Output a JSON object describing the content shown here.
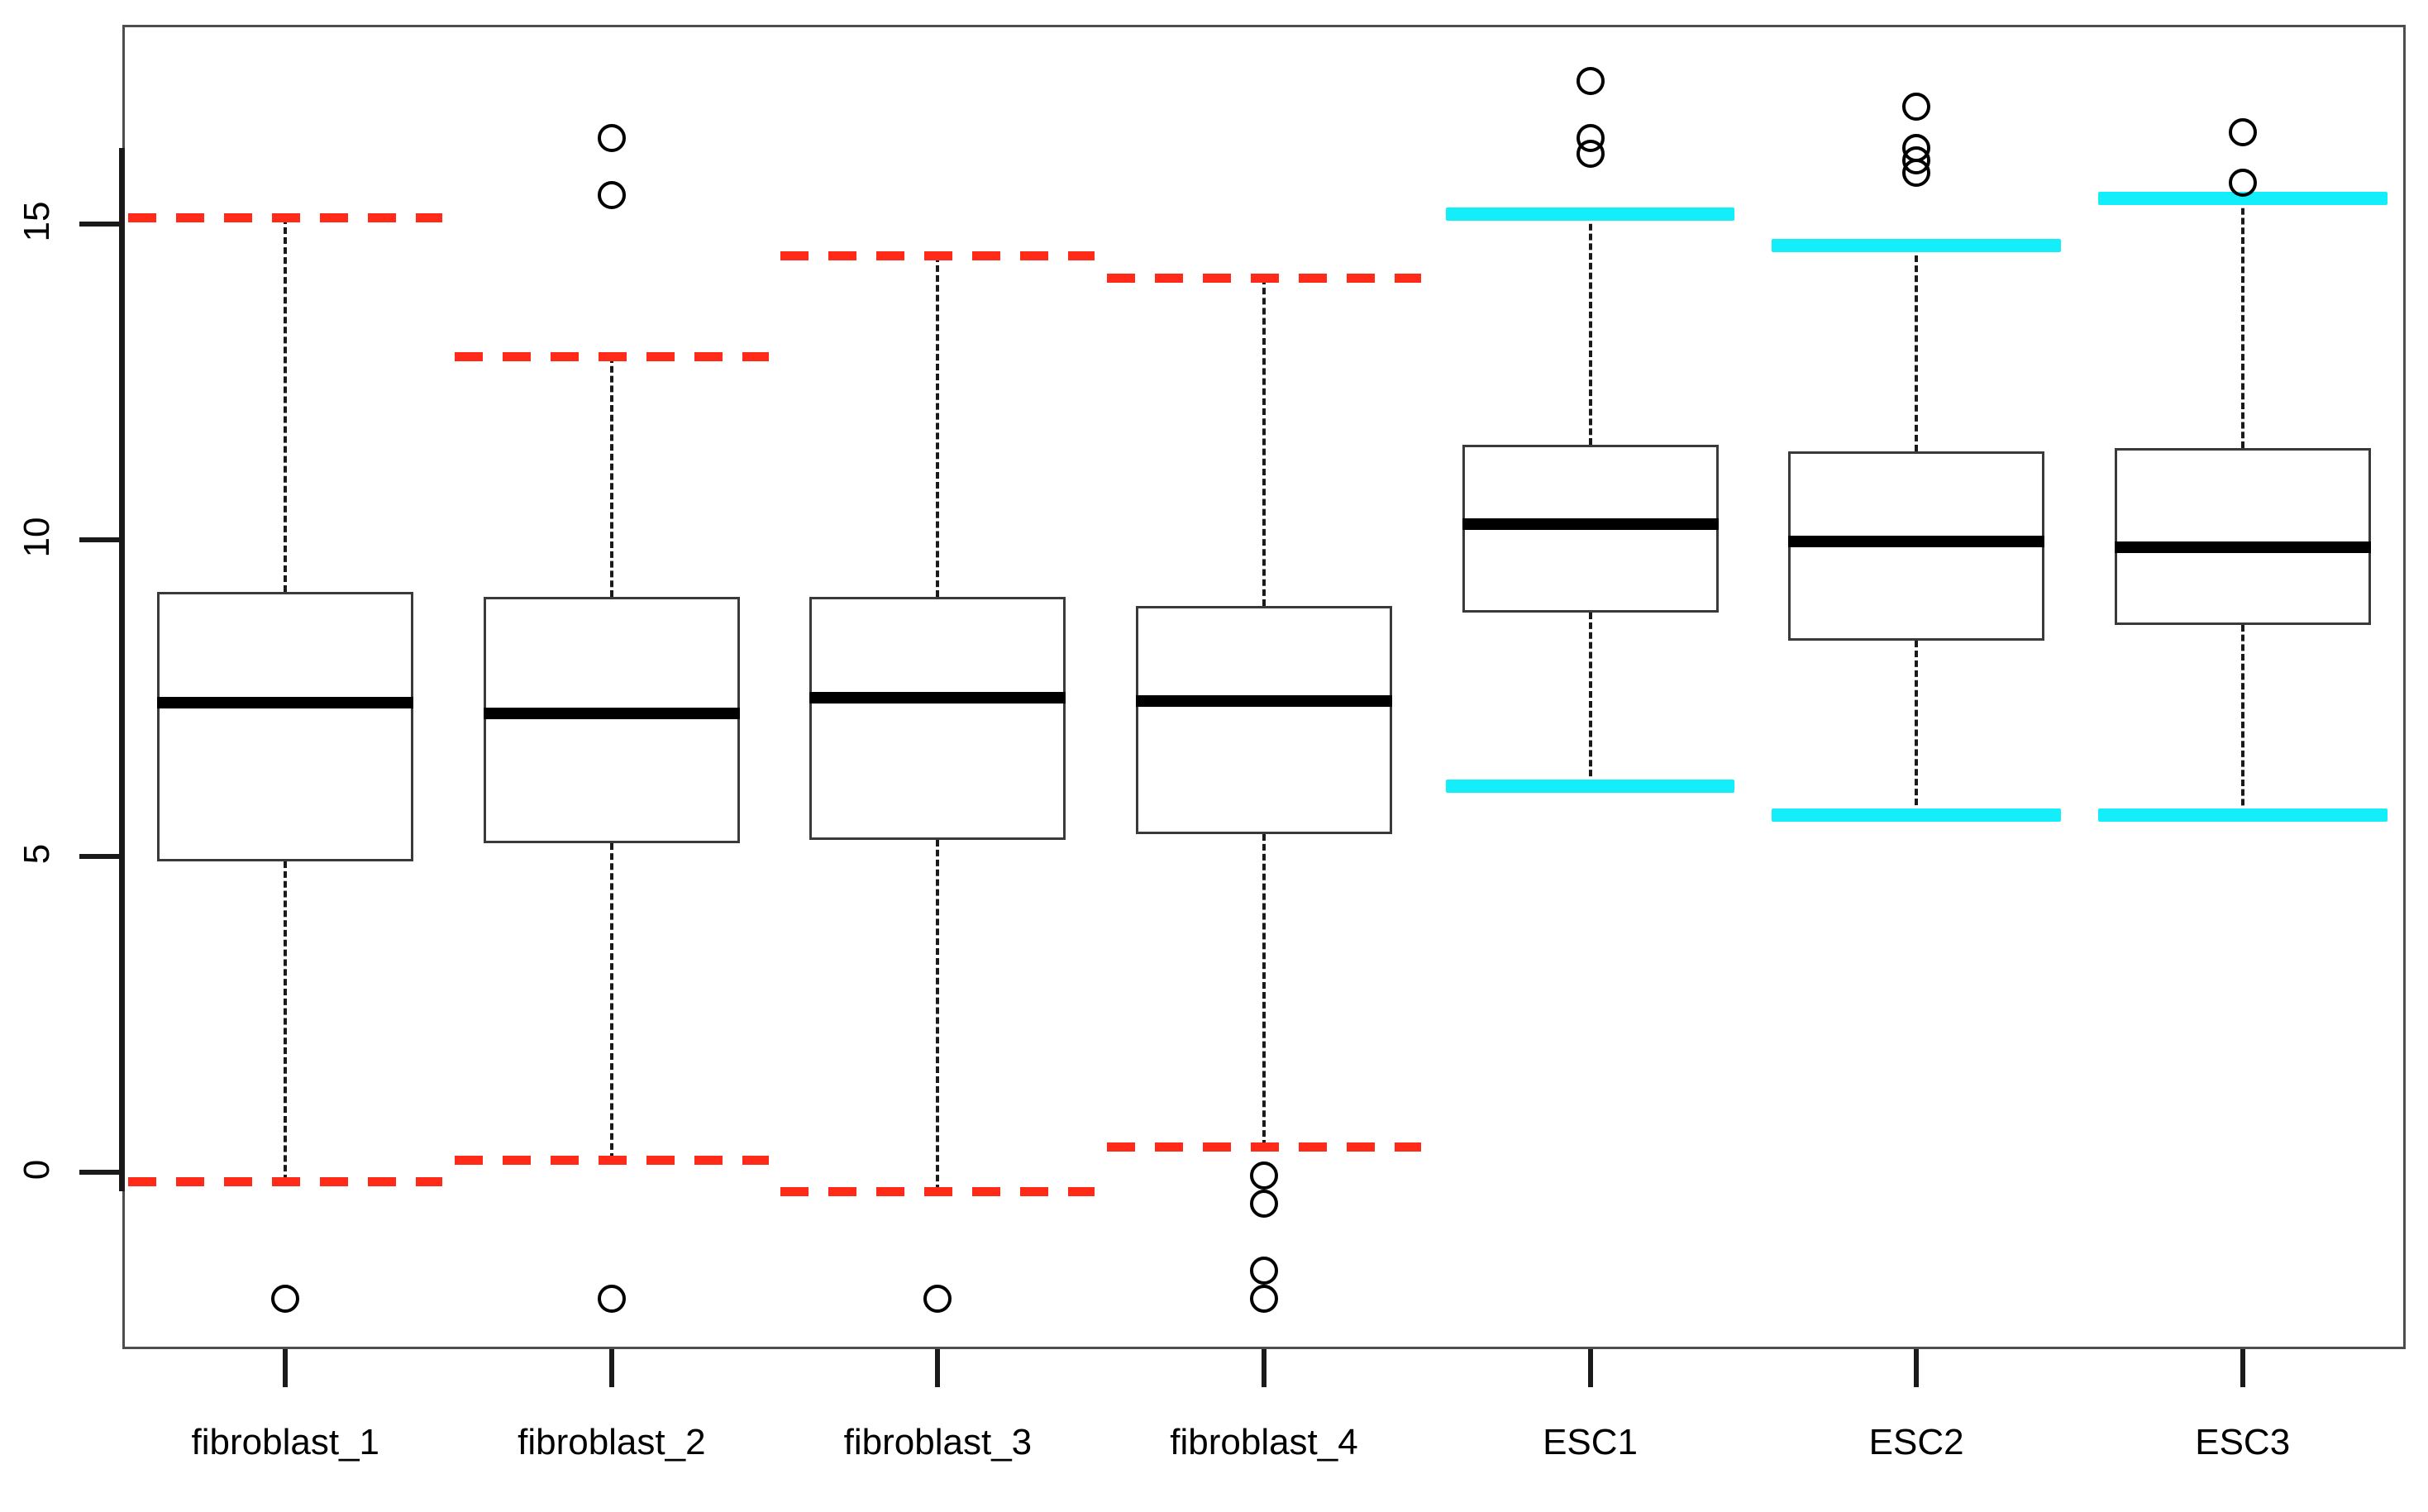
{
  "chart_data": {
    "type": "box",
    "title": "",
    "xlabel": "",
    "ylabel": "",
    "ylim": [
      -2.6,
      17.9
    ],
    "grid": false,
    "legend": null,
    "yticks": [
      0,
      5,
      10,
      15
    ],
    "ytick_labels": [
      "0",
      "5",
      "10",
      "15"
    ],
    "categories": [
      "fibroblast_1",
      "fibroblast_2",
      "fibroblast_3",
      "fibroblast_4",
      "ESC1",
      "ESC2",
      "ESC3"
    ],
    "series": [
      {
        "name": "fibroblast_1",
        "group": "fibroblast",
        "cap_color": "#ff2a17",
        "cap_style": "dashed",
        "q1": 4.92,
        "median": 7.42,
        "q3": 9.18,
        "whisker_low": -0.15,
        "whisker_high": 15.1,
        "outliers": [
          -2.0
        ]
      },
      {
        "name": "fibroblast_2",
        "group": "fibroblast",
        "cap_color": "#ff2a17",
        "cap_style": "dashed",
        "q1": 5.2,
        "median": 7.25,
        "q3": 9.1,
        "whisker_low": 0.2,
        "whisker_high": 12.9,
        "outliers": [
          16.35,
          15.45,
          -2.0
        ]
      },
      {
        "name": "fibroblast_3",
        "group": "fibroblast",
        "cap_color": "#ff2a17",
        "cap_style": "dashed",
        "q1": 5.25,
        "median": 7.5,
        "q3": 9.1,
        "whisker_low": -0.3,
        "whisker_high": 14.5,
        "outliers": [
          -2.0
        ]
      },
      {
        "name": "fibroblast_4",
        "group": "fibroblast",
        "cap_color": "#ff2a17",
        "cap_style": "dashed",
        "q1": 5.35,
        "median": 7.45,
        "q3": 8.95,
        "whisker_low": 0.4,
        "whisker_high": 14.15,
        "outliers": [
          -0.05,
          -0.5,
          -1.55,
          -2.0
        ]
      },
      {
        "name": "ESC1",
        "group": "ESC",
        "cap_color": "#14eefb",
        "cap_style": "solid",
        "q1": 8.85,
        "median": 10.25,
        "q3": 11.5,
        "whisker_low": 6.1,
        "whisker_high": 15.15,
        "outliers": [
          17.25,
          16.35,
          16.1
        ]
      },
      {
        "name": "ESC2",
        "group": "ESC",
        "cap_color": "#14eefb",
        "cap_style": "solid",
        "q1": 8.4,
        "median": 9.98,
        "q3": 11.4,
        "whisker_low": 5.65,
        "whisker_high": 14.65,
        "outliers": [
          16.85,
          16.2,
          16.0,
          15.8
        ]
      },
      {
        "name": "ESC3",
        "group": "ESC",
        "cap_color": "#14eefb",
        "cap_style": "solid",
        "q1": 8.65,
        "median": 9.88,
        "q3": 11.45,
        "whisker_low": 5.65,
        "whisker_high": 15.4,
        "outliers": [
          16.45,
          15.65
        ]
      }
    ]
  },
  "colors": {
    "fibroblast_cap": "#ff2a17",
    "esc_cap": "#14eefb",
    "box_border": "#3a3a3a",
    "median": "#000000",
    "frame": "#4d4d4d",
    "background": "#ffffff"
  }
}
